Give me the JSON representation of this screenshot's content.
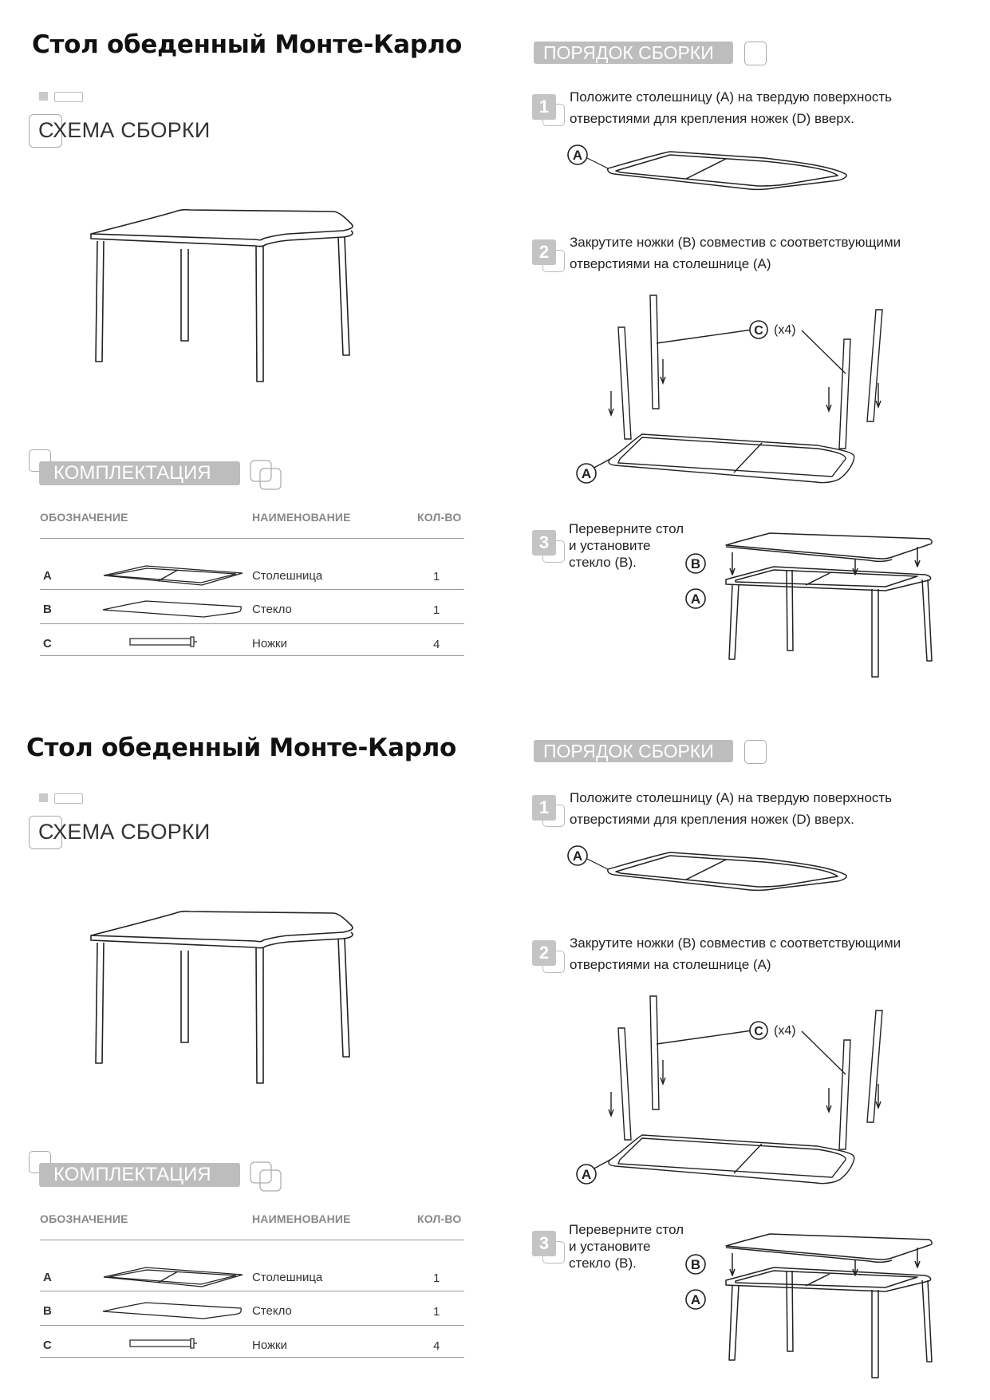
{
  "pages": [
    {
      "title": "Стол обеденный Монте-Карло",
      "scheme": {
        "title": "СХЕМА СБОРКИ"
      },
      "kit": {
        "title": "КОМПЛЕКТАЦИЯ",
        "headers": {
          "code": "ОБОЗНАЧЕНИЕ",
          "name": "НАИМЕНОВАНИЕ",
          "qty": "КОЛ-ВО"
        },
        "rows": [
          {
            "code": "A",
            "name": "Столешница",
            "qty": "1",
            "icon": "tabletop-frame-icon"
          },
          {
            "code": "B",
            "name": "Стекло",
            "qty": "1",
            "icon": "glass-panel-icon"
          },
          {
            "code": "C",
            "name": "Ножки",
            "qty": "4",
            "icon": "table-leg-icon"
          }
        ]
      },
      "order": {
        "title": "ПОРЯДОК СБОРКИ",
        "steps": [
          {
            "num": "1",
            "text_line1": "Положите столешницу (А) на твердую поверхность",
            "text_line2": "отверстиями для крепления ножек (D) вверх.",
            "labels": {
              "a": "A"
            }
          },
          {
            "num": "2",
            "text_line1": "Закрутите ножки (В) совместив с соответствующими",
            "text_line2": "отверстиями на столешнице (А)",
            "labels": {
              "a": "A",
              "c": "C",
              "c_qty": "(x4)"
            }
          },
          {
            "num": "3",
            "text_line1": "Переверните стол",
            "text_line2": "и установите",
            "text_line3": "стекло (В).",
            "labels": {
              "a": "A",
              "b": "B"
            }
          }
        ]
      }
    },
    {
      "title": "Стол обеденный Монте-Карло",
      "scheme": {
        "title": "СХЕМА СБОРКИ"
      },
      "kit": {
        "title": "КОМПЛЕКТАЦИЯ",
        "headers": {
          "code": "ОБОЗНАЧЕНИЕ",
          "name": "НАИМЕНОВАНИЕ",
          "qty": "КОЛ-ВО"
        },
        "rows": [
          {
            "code": "A",
            "name": "Столешница",
            "qty": "1",
            "icon": "tabletop-frame-icon"
          },
          {
            "code": "B",
            "name": "Стекло",
            "qty": "1",
            "icon": "glass-panel-icon"
          },
          {
            "code": "C",
            "name": "Ножки",
            "qty": "4",
            "icon": "table-leg-icon"
          }
        ]
      },
      "order": {
        "title": "ПОРЯДОК СБОРКИ",
        "steps": [
          {
            "num": "1",
            "text_line1": "Положите столешницу (А) на твердую поверхность",
            "text_line2": "отверстиями для крепления ножек (D) вверх.",
            "labels": {
              "a": "A"
            }
          },
          {
            "num": "2",
            "text_line1": "Закрутите ножки (В) совместив с соответствующими",
            "text_line2": "отверстиями на столешнице (А)",
            "labels": {
              "a": "A",
              "c": "C",
              "c_qty": "(x4)"
            }
          },
          {
            "num": "3",
            "text_line1": "Переверните стол",
            "text_line2": "и установите",
            "text_line3": "стекло (В).",
            "labels": {
              "a": "A",
              "b": "B"
            }
          }
        ]
      }
    }
  ]
}
